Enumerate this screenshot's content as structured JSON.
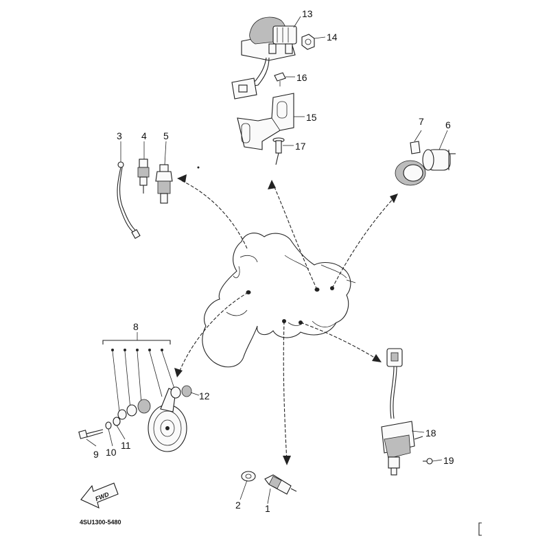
{
  "callouts": [
    "1",
    "2",
    "3",
    "4",
    "5",
    "6",
    "7",
    "8",
    "9",
    "10",
    "11",
    "12",
    "13",
    "14",
    "15",
    "16",
    "17",
    "18",
    "19"
  ],
  "fwd_label": "FWD",
  "part_code": "4SU1300-5480"
}
